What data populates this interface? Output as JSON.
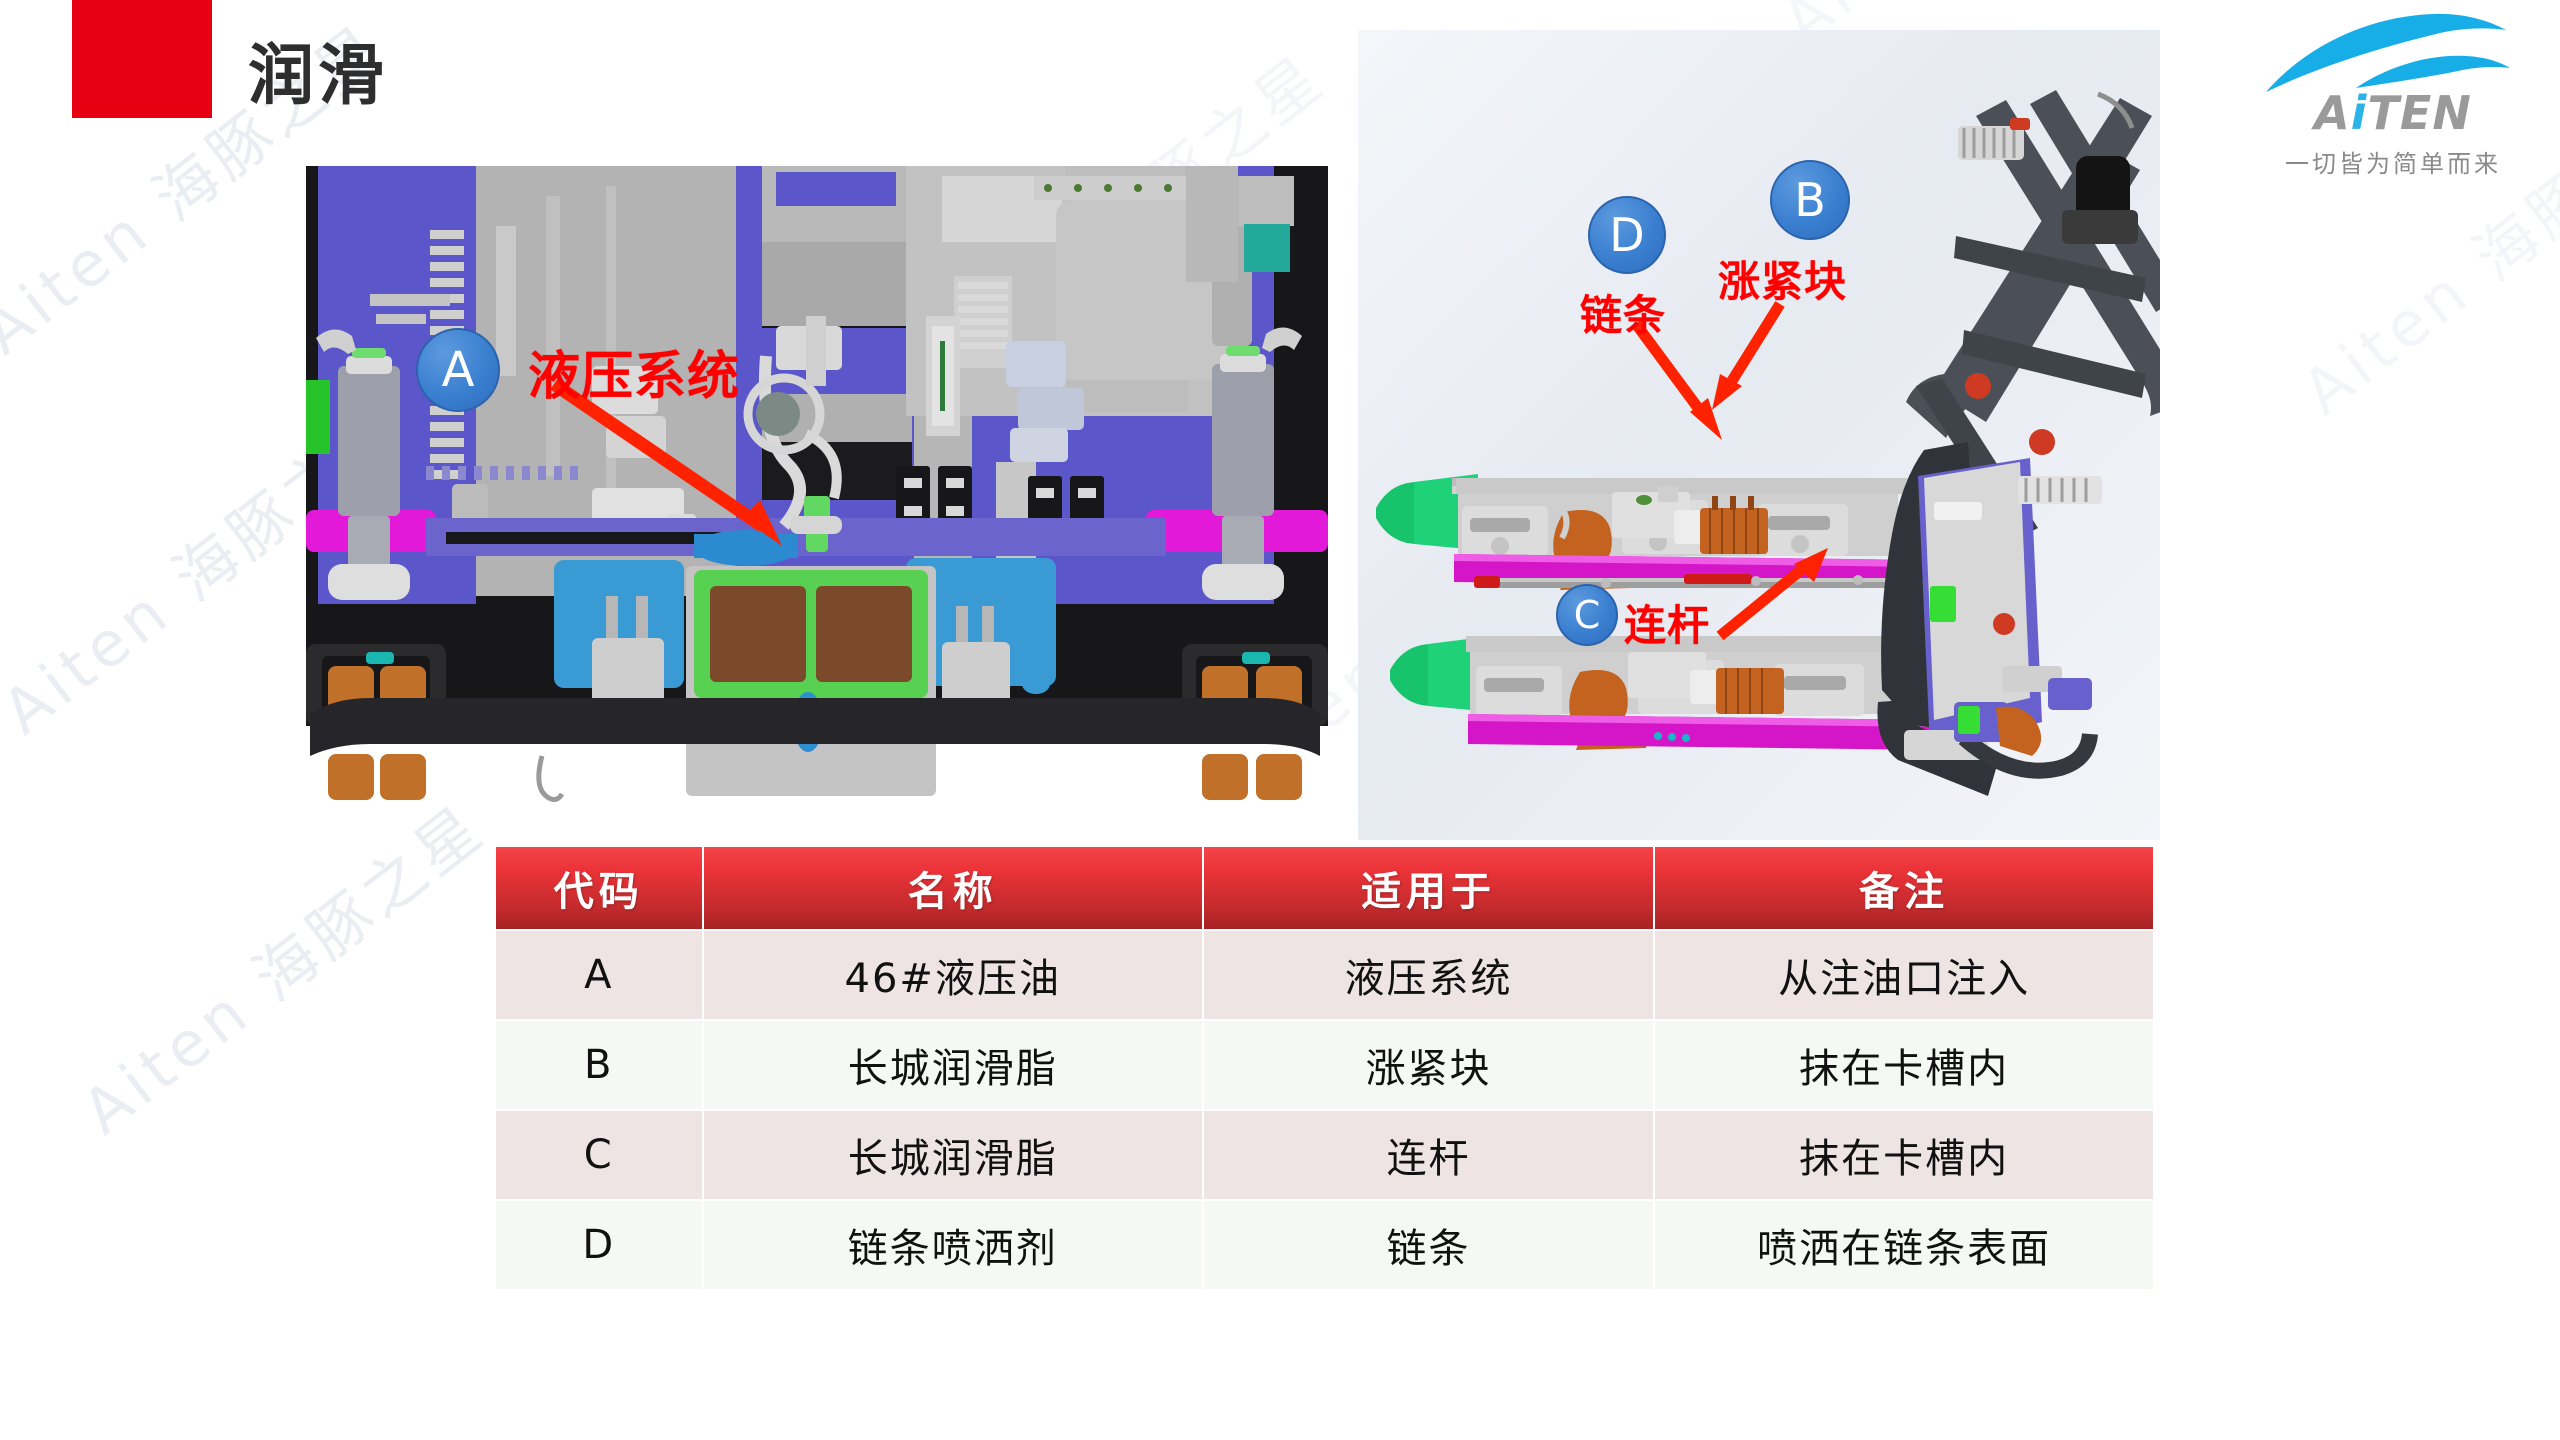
{
  "header": {
    "title": "润滑",
    "accent_red": "#E60012"
  },
  "logo": {
    "name_prefix": "A",
    "name_i": "i",
    "name_suffix": "TEN",
    "full_name": "AiTEN",
    "tagline": "一切皆为简单而来",
    "mark_color": "#2BB3E8",
    "word_color": "#9a9a9a"
  },
  "watermark": {
    "text": "Aiten 海豚之星"
  },
  "figures": {
    "left": {
      "name": "hydraulic-unit-front-view",
      "callouts": [
        {
          "code": "A",
          "label": "液压系统"
        }
      ]
    },
    "right": {
      "name": "fork-assembly-side-view",
      "callouts": [
        {
          "code": "D",
          "label": "链条"
        },
        {
          "code": "B",
          "label": "涨紧块"
        },
        {
          "code": "C",
          "label": "连杆"
        }
      ]
    }
  },
  "table": {
    "headers": [
      "代码",
      "名称",
      "适用于",
      "备注"
    ],
    "rows": [
      {
        "code": "A",
        "name": "46#液压油",
        "applies": "液压系统",
        "remark": "从注油口注入"
      },
      {
        "code": "B",
        "name": "长城润滑脂",
        "applies": "涨紧块",
        "remark": "抹在卡槽内"
      },
      {
        "code": "C",
        "name": "长城润滑脂",
        "applies": "连杆",
        "remark": "抹在卡槽内"
      },
      {
        "code": "D",
        "name": "链条喷洒剂",
        "applies": "链条",
        "remark": "喷洒在链条表面"
      }
    ],
    "header_bg": "#E03338",
    "row_odd_bg": "#EFE4E4",
    "row_even_bg": "#F6F8F5"
  }
}
